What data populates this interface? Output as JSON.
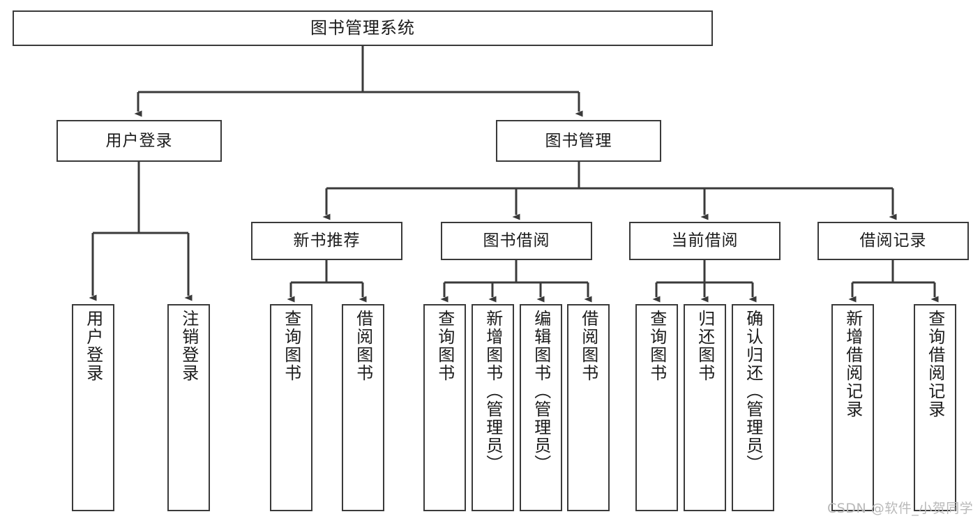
{
  "diagram": {
    "title": "图书管理系统",
    "type": "hierarchy-tree",
    "watermark": "CSDN @软件_小贺同学",
    "colors": {
      "box_border": "#3a3a3a",
      "box_fill": "#ffffff",
      "edge": "#3a3a3a",
      "text": "#1b1b1b",
      "watermark": "#b9b9b9",
      "background": "#ffffff"
    }
  },
  "nodes": {
    "root": {
      "label": "图书管理系统"
    },
    "level2": [
      {
        "label": "用户登录"
      },
      {
        "label": "图书管理"
      }
    ],
    "level3": [
      {
        "label": "新书推荐"
      },
      {
        "label": "图书借阅"
      },
      {
        "label": "当前借阅"
      },
      {
        "label": "借阅记录"
      }
    ],
    "leaves": {
      "user_login": [
        {
          "label": "用户登录"
        },
        {
          "label": "注销登录"
        }
      ],
      "new_book_recommend": [
        {
          "label": "查询图书"
        },
        {
          "label": "借阅图书"
        }
      ],
      "book_borrow": [
        {
          "label": "查询图书"
        },
        {
          "label": "新增图书（管理员）"
        },
        {
          "label": "编辑图书（管理员）"
        },
        {
          "label": "借阅图书"
        }
      ],
      "current_borrow": [
        {
          "label": "查询图书"
        },
        {
          "label": "归还图书"
        },
        {
          "label": "确认归还（管理员）"
        }
      ],
      "borrow_record": [
        {
          "label": "新增借阅记录"
        },
        {
          "label": "查询借阅记录"
        }
      ]
    }
  }
}
